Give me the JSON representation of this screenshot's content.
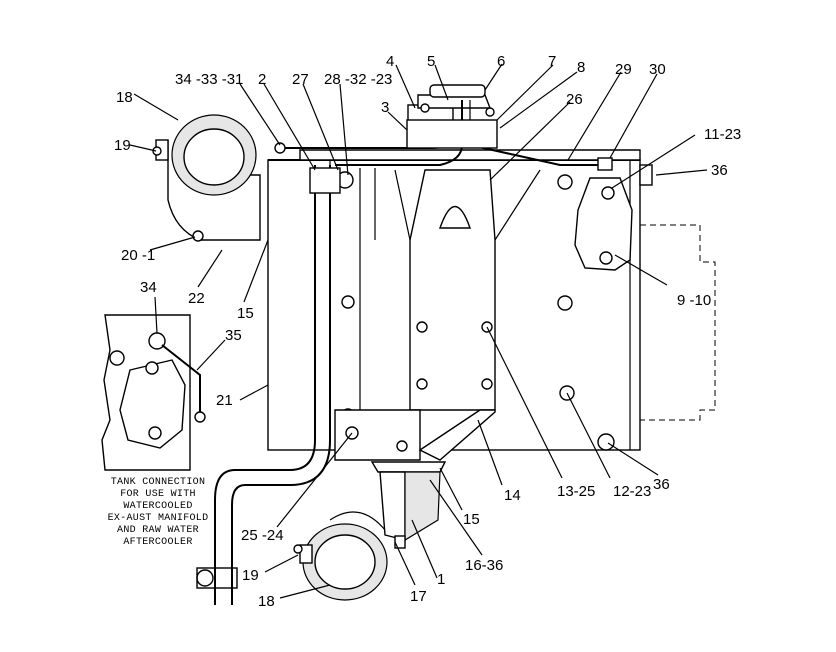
{
  "callouts": {
    "c1": "1",
    "c2": "2",
    "c3": "3",
    "c4": "4",
    "c5": "5",
    "c6": "6",
    "c7": "7",
    "c8": "8",
    "c14": "14",
    "c15a": "15",
    "c15b": "15",
    "c17": "17",
    "c18a": "18",
    "c18b": "18",
    "c19a": "19",
    "c19b": "19",
    "c21": "21",
    "c22": "22",
    "c26": "26",
    "c27": "27",
    "c29": "29",
    "c30": "30",
    "c34": "34",
    "c35": "35",
    "c36a": "36",
    "c36b": "36",
    "c34_33_31": "34 -33 -31",
    "c28_32_23": "28 -32 -23",
    "c11_23": "11-23",
    "c9_10": "9 -10",
    "c20_1": "20 -1",
    "c25_24": "25 -24",
    "c13_25": "13-25",
    "c12_23": "12-23",
    "c16_36": "16-36"
  },
  "note": {
    "line1": "TANK CONNECTION",
    "line2": "FOR USE WITH",
    "line3": "WATERCOOLED",
    "line4": "EX-AUST MANIFOLD",
    "line5": "AND RAW WATER",
    "line6": "AFTERCOOLER"
  }
}
